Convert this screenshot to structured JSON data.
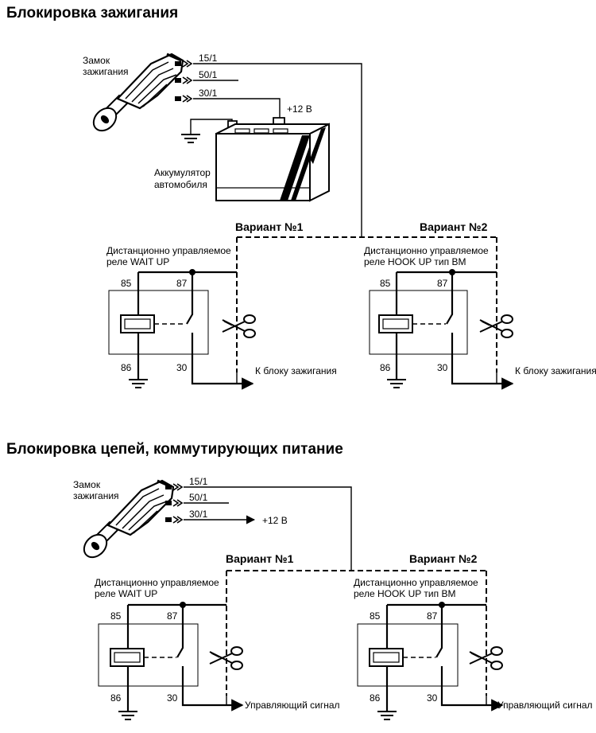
{
  "section1": {
    "title": "Блокировка зажигания",
    "ignition_lock_label": [
      "Замок",
      "зажигания"
    ],
    "wire_labels": [
      "15/1",
      "50/1",
      "30/1"
    ],
    "battery_plus": "+12 В",
    "battery_label": [
      "Аккумулятор",
      "автомобиля"
    ],
    "variant1": {
      "title": "Вариант №1",
      "relay_label": [
        "Дистанционно управляемое",
        "реле WAIT UP"
      ],
      "pins": [
        "85",
        "87",
        "86",
        "30"
      ],
      "output_label": "К блоку зажигания"
    },
    "variant2": {
      "title": "Вариант №2",
      "relay_label": [
        "Дистанционно управляемое",
        "реле HOOK UP тип BM"
      ],
      "pins": [
        "85",
        "87",
        "86",
        "30"
      ],
      "output_label": "К блоку зажигания"
    }
  },
  "section2": {
    "title": "Блокировка цепей, коммутирующих питание",
    "ignition_lock_label": [
      "Замок",
      "зажигания"
    ],
    "wire_labels": [
      "15/1",
      "50/1",
      "30/1"
    ],
    "supply_label": "+12 В",
    "variant1": {
      "title": "Вариант №1",
      "relay_label": [
        "Дистанционно управляемое",
        "реле WAIT UP"
      ],
      "pins": [
        "85",
        "87",
        "86",
        "30"
      ],
      "output_label": "Управляющий сигнал"
    },
    "variant2": {
      "title": "Вариант №2",
      "relay_label": [
        "Дистанционно управляемое",
        "реле HOOK UP тип BM"
      ],
      "pins": [
        "85",
        "87",
        "86",
        "30"
      ],
      "output_label": "Управляющий сигнал"
    }
  },
  "icons": [
    "ignition-key-icon",
    "battery-icon",
    "ground-icon",
    "scissors-icon",
    "relay-icon"
  ]
}
